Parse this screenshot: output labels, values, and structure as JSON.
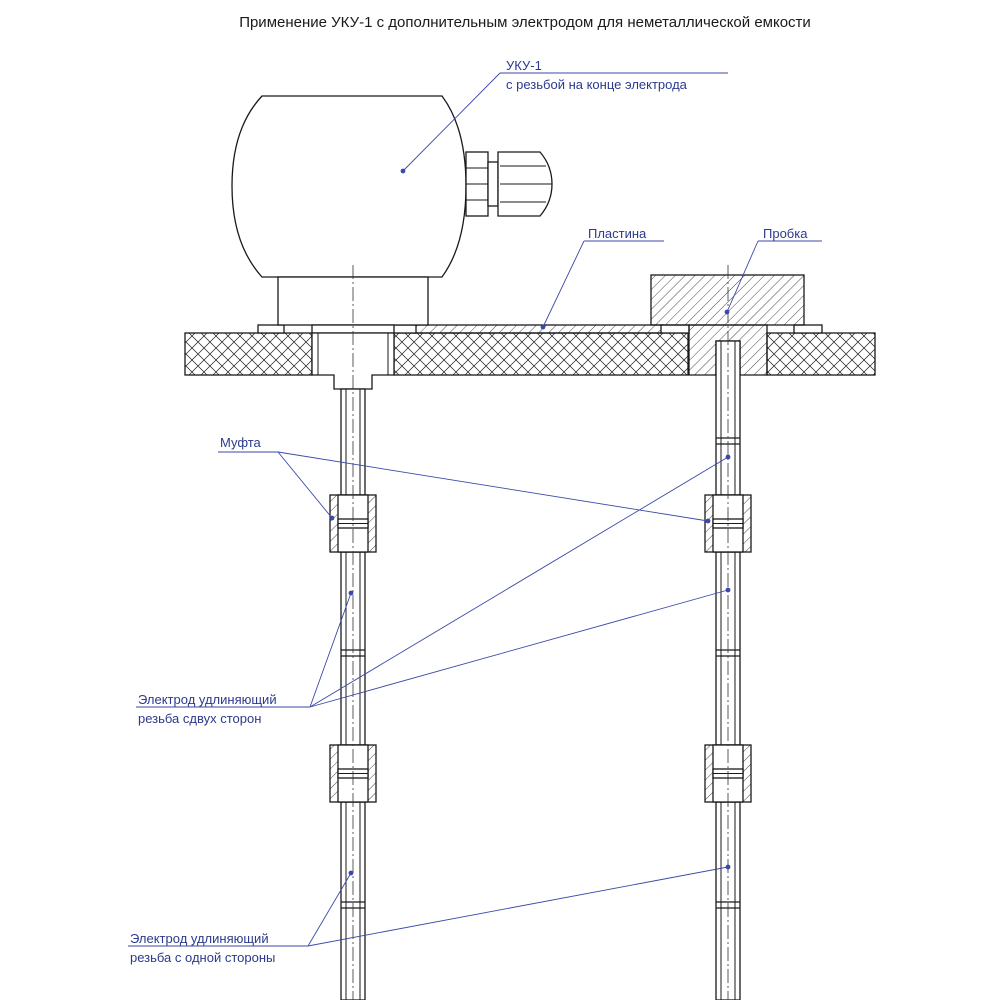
{
  "title": "Применение УКУ-1 с дополнительным электродом для неметаллической емкости",
  "labels": {
    "uku_line1": "УКУ-1",
    "uku_line2": "с резьбой на конце электрода",
    "plate": "Пластина",
    "plug": "Пробка",
    "coupling": "Муфта",
    "ext_both_line1": "Электрод удлиняющий",
    "ext_both_line2": "резьба сдвух сторон",
    "ext_one_line1": "Электрод удлиняющий",
    "ext_one_line2": "резьба с одной стороны"
  },
  "colors": {
    "line": "#1a1a1a",
    "leader": "#3b4aa8",
    "label": "#2b3a8c"
  }
}
